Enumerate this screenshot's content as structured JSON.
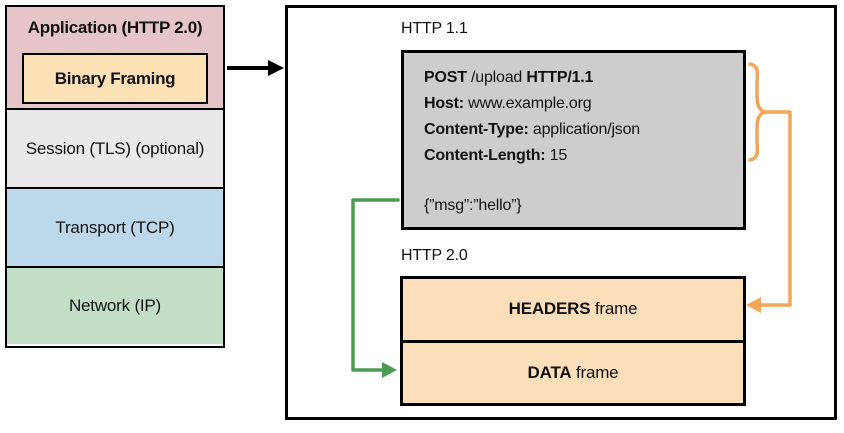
{
  "stack": {
    "application": {
      "label": "Application (HTTP 2.0)",
      "color": "#e6c5c8"
    },
    "binary_framing": {
      "label": "Binary Framing",
      "color": "#fce0b6"
    },
    "session": {
      "label": "Session (TLS) (optional)",
      "color": "#e9e9e9"
    },
    "transport": {
      "label": "Transport (TCP)",
      "color": "#bdd8ea"
    },
    "network": {
      "label": "Network (IP)",
      "color": "#c3dec7"
    }
  },
  "detail": {
    "http11_label": "HTTP 1.1",
    "http20_label": "HTTP 2.0",
    "request": {
      "background": "#cdcdcd",
      "lines": [
        {
          "bold": "POST",
          "normal": " /upload ",
          "bold2": "HTTP/1.1"
        },
        {
          "bold": "Host:",
          "normal": " www.example.org"
        },
        {
          "bold": "Content-Type:",
          "normal": " application/json"
        },
        {
          "bold": "Content-Length:",
          "normal": " 15"
        }
      ],
      "body": "{”msg”:”hello”}"
    },
    "frames": [
      {
        "bold": "HEADERS",
        "normal": " frame",
        "color": "#fbdfba"
      },
      {
        "bold": "DATA",
        "normal": " frame",
        "color": "#fbdfba"
      }
    ]
  },
  "connectors": {
    "stack_to_detail_arrow_color": "#000000",
    "headers_brace_arrow_color": "#f2a659",
    "body_arrow_color": "#4d9b50"
  }
}
